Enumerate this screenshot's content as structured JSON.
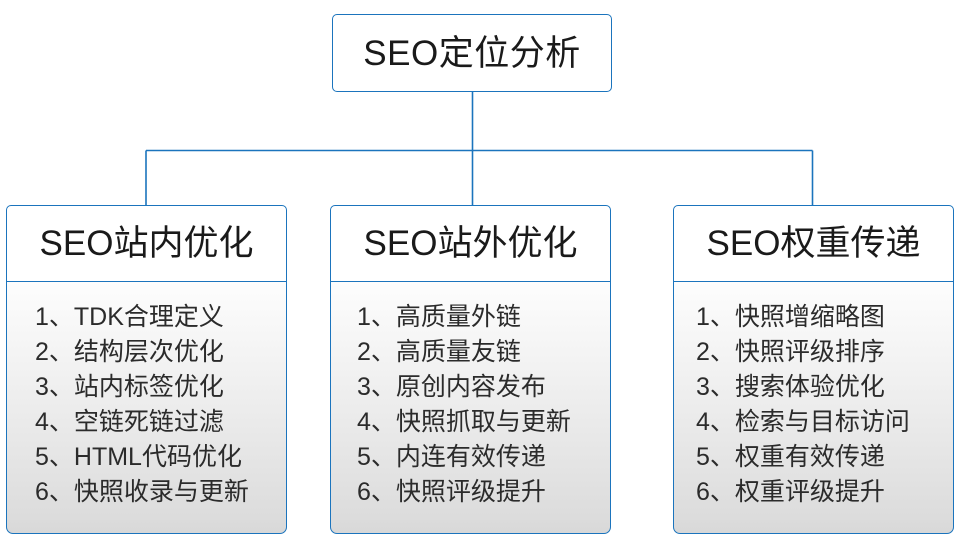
{
  "diagram": {
    "type": "org-tree",
    "colors": {
      "border": "#1b74bd",
      "connector": "#1b74bd",
      "header_fill": "#ffffff",
      "body_fill_top": "#fdfdfd",
      "body_fill_bottom": "#dcdcdc",
      "text": "#1a1a1a",
      "page_background": "#ffffff"
    },
    "root": {
      "title": "SEO定位分析"
    },
    "columns": [
      {
        "header": "SEO站内优化",
        "items": [
          "1、TDK合理定义",
          "2、结构层次优化",
          "3、站内标签优化",
          "4、空链死链过滤",
          "5、HTML代码优化",
          "6、快照收录与更新"
        ]
      },
      {
        "header": "SEO站外优化",
        "items": [
          "1、高质量外链",
          "2、高质量友链",
          "3、原创内容发布",
          "4、快照抓取与更新",
          "5、内连有效传递",
          "6、快照评级提升"
        ]
      },
      {
        "header": "SEO权重传递",
        "items": [
          "1、快照增缩略图",
          "2、快照评级排序",
          "3、搜索体验优化",
          "4、检索与目标访问",
          "5、权重有效传递",
          "6、权重评级提升"
        ]
      }
    ]
  }
}
